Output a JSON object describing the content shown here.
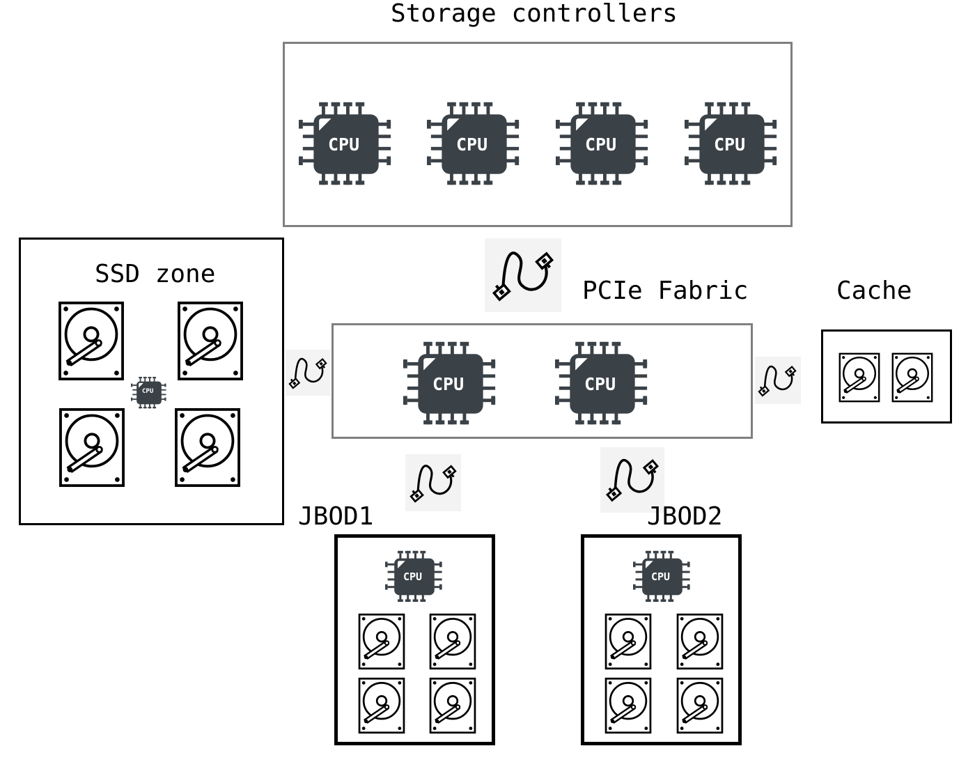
{
  "labels": {
    "storage_controllers": "Storage controllers",
    "ssd_zone": "SSD zone",
    "pcie_fabric": "PCIe Fabric",
    "cache": "Cache",
    "jbod1": "JBOD1",
    "jbod2": "JBOD2"
  },
  "chip_text": "CPU",
  "icons": {
    "cpu": "cpu-chip-icon",
    "disk": "hard-disk-icon",
    "cable": "cable-icon"
  },
  "colors": {
    "chip_fill": "#3a4147",
    "border_gray": "#7f7f7f",
    "border_black": "#000000"
  }
}
